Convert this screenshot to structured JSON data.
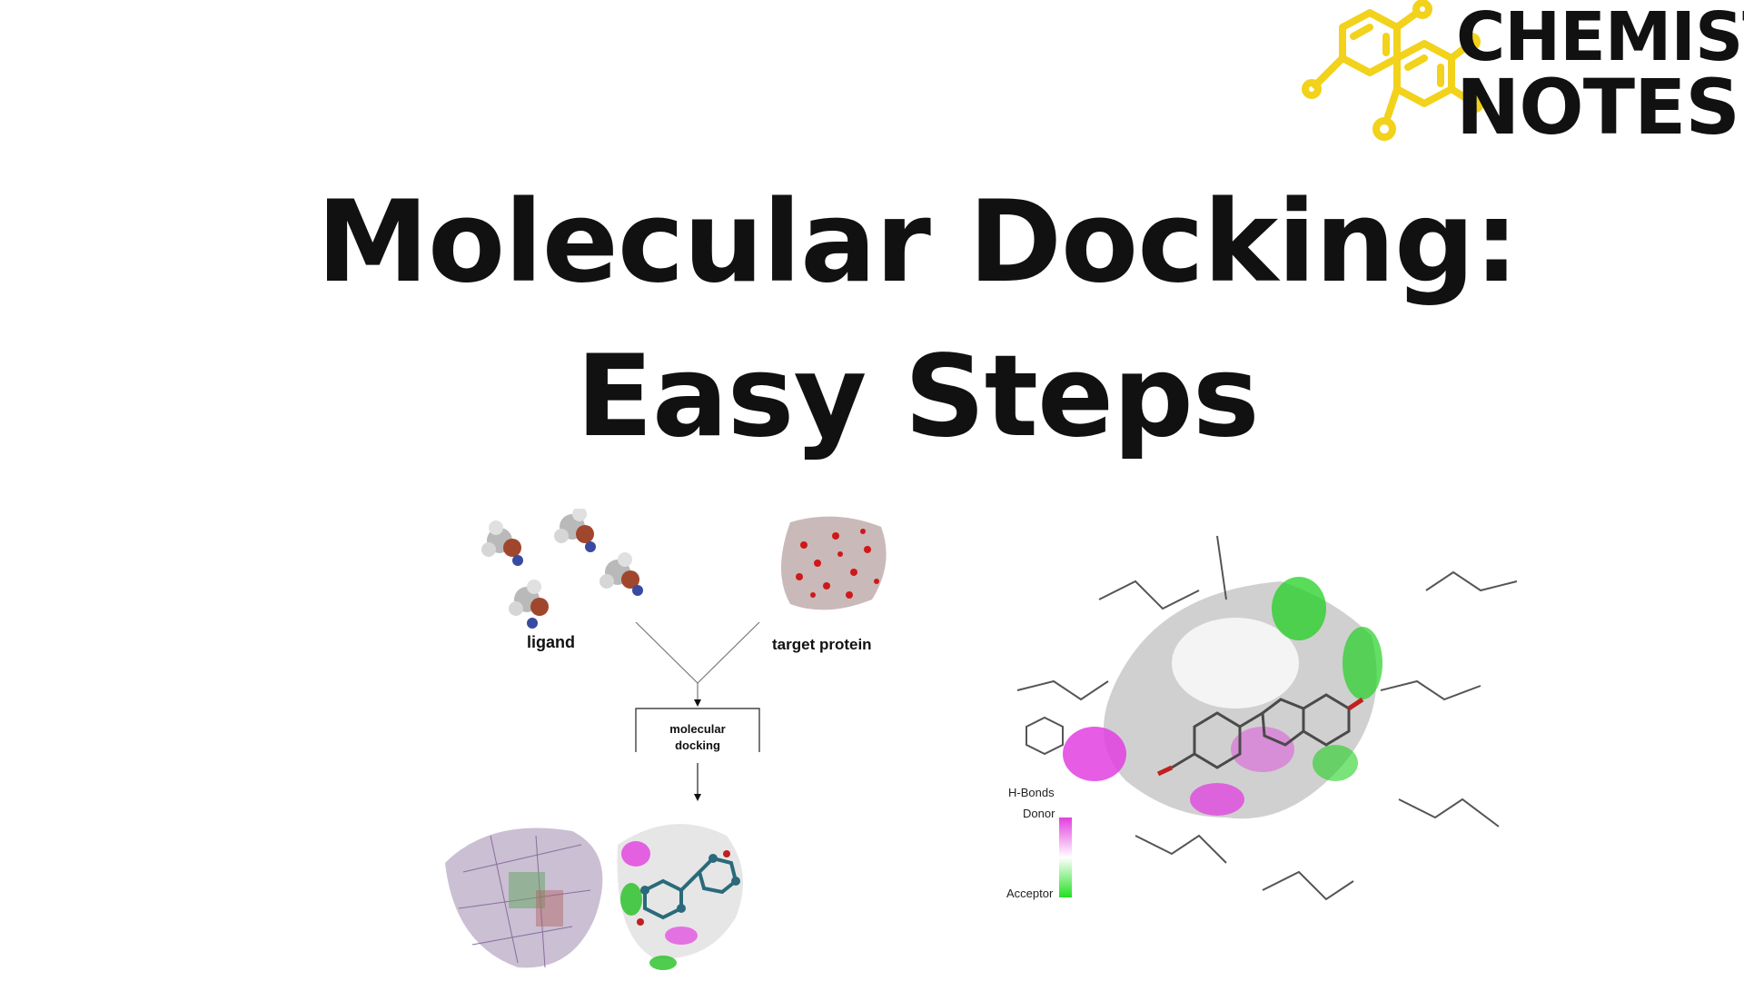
{
  "brand": {
    "line1": "CHEMIST",
    "line2": "NOTES",
    "accent": "#f2d21b"
  },
  "title": "Molecular Docking: Easy Steps",
  "scheme": {
    "ligand_label": "ligand",
    "protein_label": "target protein",
    "process_line1": "molecular",
    "process_line2": "docking"
  },
  "legend": {
    "title": "H-Bonds",
    "donor": "Donor",
    "acceptor": "Acceptor",
    "donor_color": "#e23fe0",
    "acceptor_color": "#22e022"
  }
}
